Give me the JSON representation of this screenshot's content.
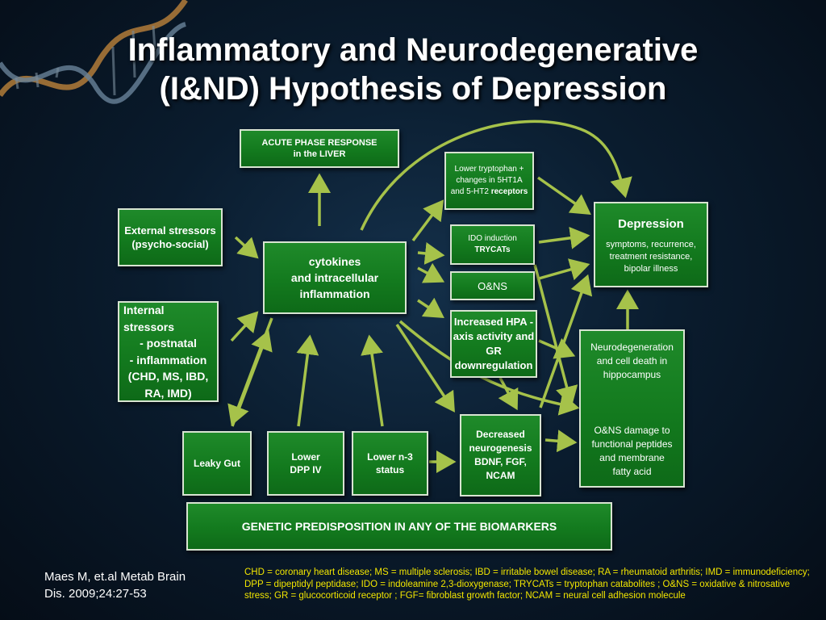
{
  "title": {
    "line1": "Inflammatory and Neurodegenerative",
    "line2": "(I&ND) Hypothesis of Depression"
  },
  "nodes": {
    "acute_phase": {
      "line1": "ACUTE PHASE RESPONSE",
      "line2": "in the LIVER"
    },
    "external_stressors": {
      "line1": "External stressors",
      "line2": "(psycho-social)"
    },
    "internal_stressors": {
      "line1": "Internal",
      "line2": "stressors",
      "line3": "- postnatal",
      "line4": "- inflammation",
      "line5": "(CHD, MS, IBD,",
      "line6": "RA, IMD)"
    },
    "cytokines": {
      "line1": "cytokines",
      "line2": "and intracellular",
      "line3": "inflammation"
    },
    "tryptophan": {
      "line1": "Lower tryptophan +",
      "line2": "changes in 5HT1A",
      "line3_a": "and 5-HT2 ",
      "line3_b": "receptors"
    },
    "ido": {
      "line1": "IDO induction",
      "line2": "TRYCATs"
    },
    "onss": {
      "label": "O&NS"
    },
    "hpa": {
      "line1": "Increased HPA -",
      "line2": "axis activity and",
      "line3": "GR",
      "line4": "downregulation"
    },
    "depression": {
      "title": "Depression",
      "line1": "symptoms, recurrence,",
      "line2": "treatment resistance,",
      "line3": "bipolar illness"
    },
    "neurodegeneration": {
      "line1": "Neurodegeneration",
      "line2": "and cell death in",
      "line3": "hippocampus",
      "line4": "O&NS damage to",
      "line5": "functional peptides",
      "line6": "and membrane",
      "line7": "fatty acid"
    },
    "leaky_gut": {
      "label": "Leaky Gut"
    },
    "lower_dpp": {
      "line1": "Lower",
      "line2": "DPP IV"
    },
    "lower_n3": {
      "line1": "Lower n-3",
      "line2": "status"
    },
    "neurogenesis": {
      "line1": "Decreased",
      "line2": "neurogenesis",
      "line3": "BDNF, FGF,",
      "line4": "NCAM"
    },
    "genetic": {
      "label": "GENETIC PREDISPOSITION IN ANY OF THE BIOMARKERS"
    }
  },
  "reference": {
    "line1": "Maes M, et.al Metab Brain",
    "line2": "Dis. 2009;24:27-53"
  },
  "abbreviations": "CHD = coronary heart disease; MS = multiple sclerosis; IBD = irritable bowel disease; RA = rheumatoid arthritis; IMD = immunodeficiency;  DPP = dipeptidyl peptidase;  IDO = indoleamine 2,3-dioxygenase; TRYCATs = tryptophan catabolites ; O&NS = oxidative & nitrosative stress; GR = glucocorticoid receptor ; FGF= fibroblast growth factor; NCAM = neural cell adhesion molecule",
  "colors": {
    "box": "#137a1e",
    "box_border": "#d8e4d2",
    "arrow": "#a6c24a",
    "abbr_text": "#f2e600",
    "background": "#0a1c2e"
  }
}
